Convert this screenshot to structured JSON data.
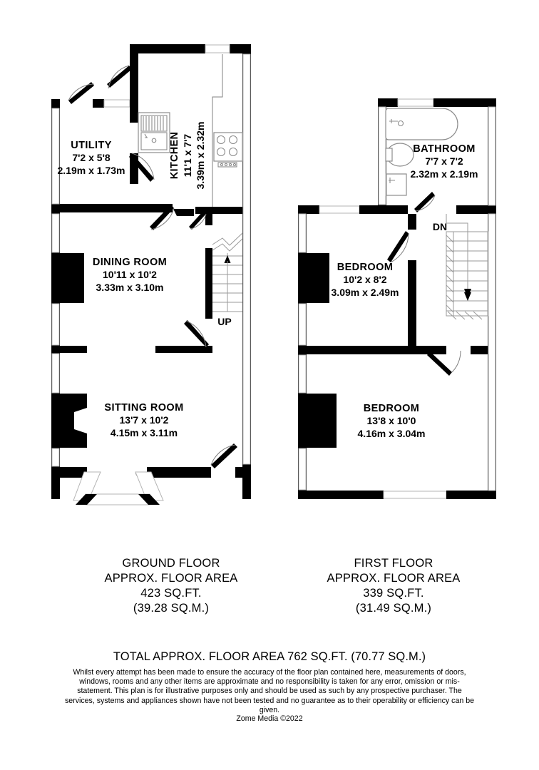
{
  "document": {
    "type": "residential-floor-plan",
    "credit": "Zome Media ©2022"
  },
  "ground_floor": {
    "caption": {
      "line1": "GROUND FLOOR",
      "line2": "APPROX. FLOOR AREA",
      "line3": "423 SQ.FT.",
      "line4": "(39.28 SQ.M.)"
    },
    "rooms": [
      {
        "name": "UTILITY",
        "dim_imperial": "7'2 x 5'8",
        "dim_metric": "2.19m x 1.73m",
        "orientation": "horizontal"
      },
      {
        "name": "KITCHEN",
        "dim_imperial": "11'1 x 7'7",
        "dim_metric": "3.39m x 2.32m",
        "orientation": "vertical"
      },
      {
        "name": "DINING ROOM",
        "dim_imperial": "10'11 x 10'2",
        "dim_metric": "3.33m x 3.10m",
        "orientation": "horizontal"
      },
      {
        "name": "SITTING ROOM",
        "dim_imperial": "13'7 x 10'2",
        "dim_metric": "4.15m x 3.11m",
        "orientation": "horizontal"
      }
    ],
    "stair_label": "UP"
  },
  "first_floor": {
    "caption": {
      "line1": "FIRST FLOOR",
      "line2": "APPROX. FLOOR AREA",
      "line3": "339 SQ.FT.",
      "line4": "(31.49 SQ.M.)"
    },
    "rooms": [
      {
        "name": "BATHROOM",
        "dim_imperial": "7'7 x 7'2",
        "dim_metric": "2.32m x 2.19m",
        "orientation": "horizontal"
      },
      {
        "name": "BEDROOM",
        "dim_imperial": "10'2 x 8'2",
        "dim_metric": "3.09m x 2.49m",
        "orientation": "horizontal"
      },
      {
        "name": "BEDROOM",
        "dim_imperial": "13'8 x 10'0",
        "dim_metric": "4.16m x 3.04m",
        "orientation": "horizontal"
      }
    ],
    "stair_label": "DN"
  },
  "footer": {
    "total_area": "TOTAL APPROX. FLOOR AREA 762 SQ.FT. (70.77 SQ.M.)",
    "disclaimer": "Whilst every attempt has been made to ensure the accuracy of the floor plan contained here, measurements of doors, windows, rooms and any other items are approximate and no responsibility is taken for any error, omission or mis-statement. This plan is for illustrative purposes only and should be used as such by any prospective purchaser. The services, systems and appliances shown have not been tested and no guarantee as to their operability or efficiency can be given.",
    "credit": "Zome Media ©2022"
  },
  "colors": {
    "wall": "#000000",
    "background": "#ffffff",
    "fixture_stroke": "#8c8c8c",
    "stair_stroke": "#9a9a9a"
  }
}
